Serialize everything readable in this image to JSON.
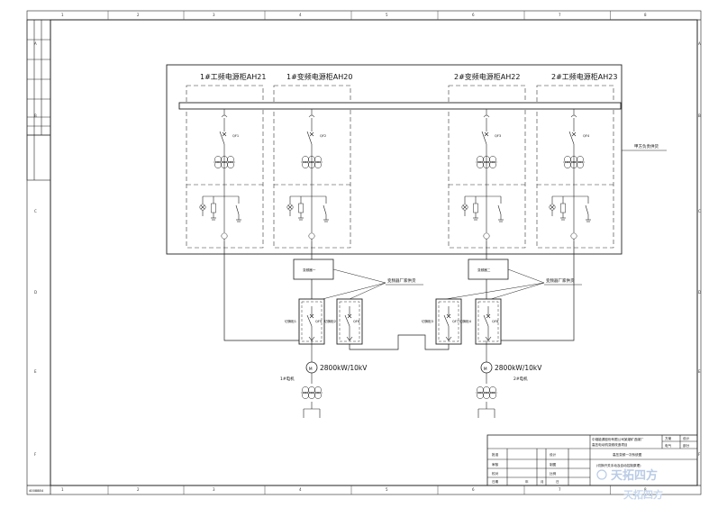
{
  "panels": [
    {
      "title": "1#工频电源柜AH21",
      "breaker": "QF1"
    },
    {
      "title": "1#变频电源柜AH20",
      "breaker": "QF2"
    },
    {
      "title": "2#变频电源柜AH22",
      "breaker": "QF3"
    },
    {
      "title": "2#工频电源柜AH23",
      "breaker": "QF4"
    }
  ],
  "supply_note_top": "甲方负责供货",
  "vfds": [
    "变频器一",
    "变频器二"
  ],
  "vfd_supply_note": "变频器厂家供货",
  "switch_cabinets": [
    {
      "label": "切换柜1",
      "breaker": "QF5"
    },
    {
      "label": "切换柜2",
      "breaker": "QF6"
    },
    {
      "label": "切换柜3",
      "breaker": "QF7"
    },
    {
      "label": "切换柜4",
      "breaker": "QF8"
    }
  ],
  "motors": [
    {
      "rating": "2800kW/10kV",
      "name": "1#电机"
    },
    {
      "rating": "2800kW/10kV",
      "name": "2#电机"
    }
  ],
  "column_labels": [
    "1",
    "2",
    "3",
    "4",
    "5",
    "6",
    "7",
    "8"
  ],
  "row_labels": [
    "A",
    "B",
    "C",
    "D",
    "E",
    "F"
  ],
  "drawing_code": "4008884",
  "title_block": {
    "company": "中煤能源股份有限公司某煤矿选煤厂",
    "project": "高压电动机变频改造项目",
    "drawing_title": "(切换开关手动及自动控制原理)",
    "drawing_name": "高压变频一次系统图",
    "stage_label": "方案",
    "stage_value": "设计",
    "discipline_label": "电气",
    "discipline_value": "部分",
    "scale_label": "比例",
    "roles": [
      "批准",
      "审核",
      "校对",
      "设计",
      "制图",
      "日期"
    ],
    "footer": [
      "年",
      "月",
      "日"
    ]
  },
  "watermark": "天拓四方"
}
